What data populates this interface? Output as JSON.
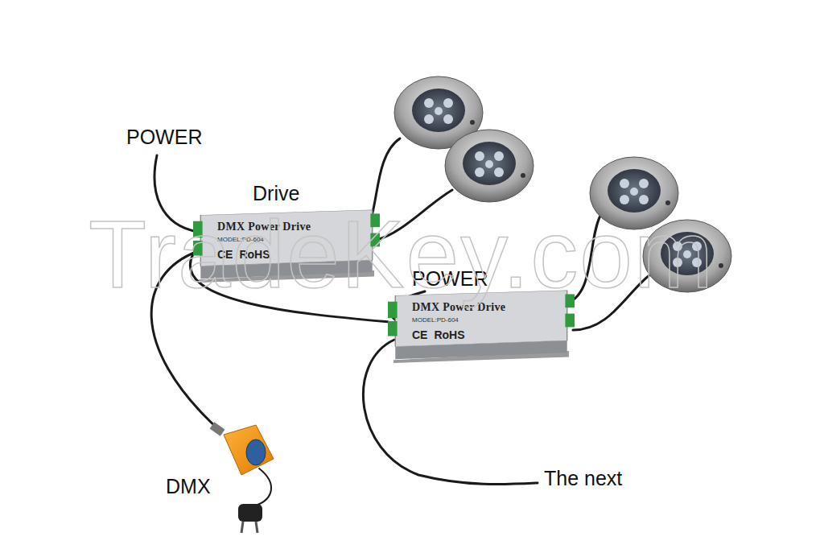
{
  "diagram": {
    "nodes": [
      {
        "text": [
          "DMX Power Drive",
          "MODEL:PD-604",
          "CE",
          "RoHS"
        ]
      },
      {
        "text": [
          "DMX Power Drive",
          "MODEL:PD-604",
          "CE",
          "RoHS"
        ]
      }
    ],
    "edges": [
      {
        "from": 0,
        "to": 1,
        "arrow": "none"
      }
    ],
    "labels": [
      "POWER",
      "Drive",
      "POWER",
      "DMX",
      "The next",
      "TradeKey.com"
    ]
  }
}
